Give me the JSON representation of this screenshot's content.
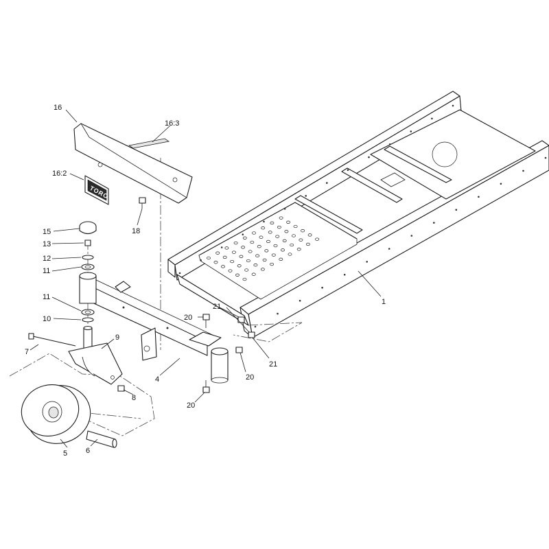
{
  "diagram": {
    "decal_logo": "TORO",
    "callouts": {
      "c1": "1",
      "c4": "4",
      "c5": "5",
      "c6": "6",
      "c7": "7",
      "c8": "8",
      "c9": "9",
      "c10": "10",
      "c11a": "11",
      "c11b": "11",
      "c12": "12",
      "c13": "13",
      "c15": "15",
      "c16": "16",
      "c16_2": "16:2",
      "c16_3": "16:3",
      "c18": "18",
      "c20a": "20",
      "c20b": "20",
      "c20c": "20",
      "c21a": "21",
      "c21b": "21"
    }
  }
}
